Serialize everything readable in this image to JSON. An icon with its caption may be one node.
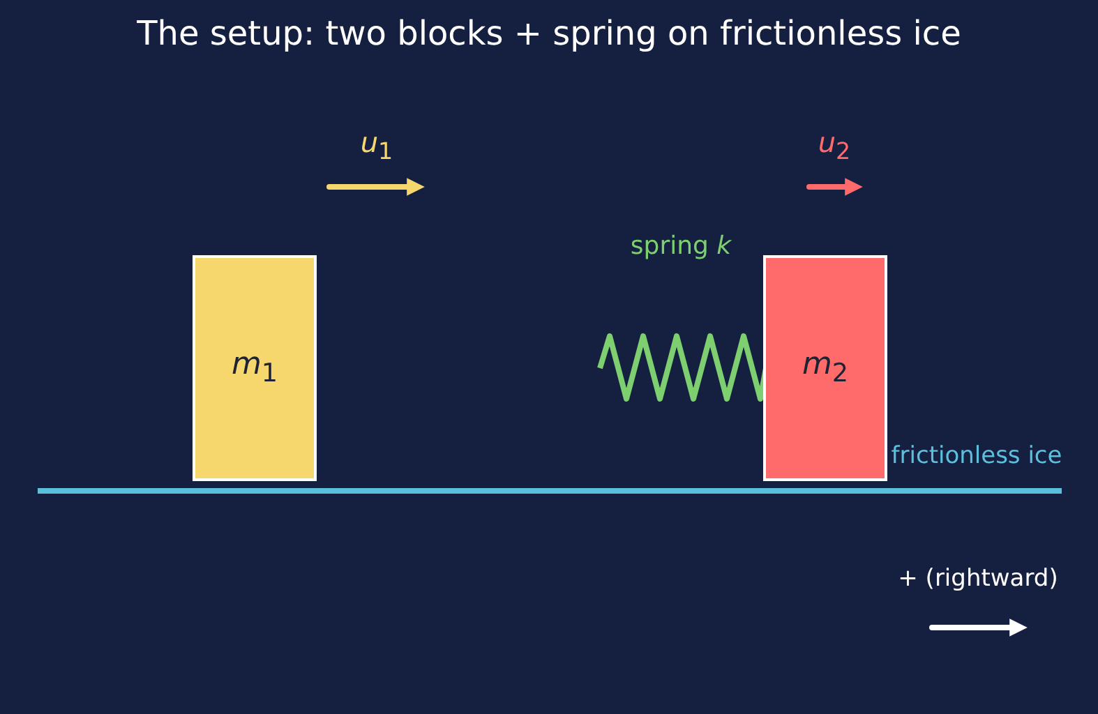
{
  "diagram": {
    "title": "The setup: two blocks + spring on frictionless ice",
    "nodes": [
      {
        "text": [
          "*m*$_{1}$"
        ]
      },
      {
        "text": [
          "*m*$_{2}$"
        ]
      }
    ],
    "labels": [
      "*u*$_{1}$",
      "*u*$_{2}$",
      "spring *k*",
      "frictionless ice",
      "+ (rightward)"
    ]
  }
}
